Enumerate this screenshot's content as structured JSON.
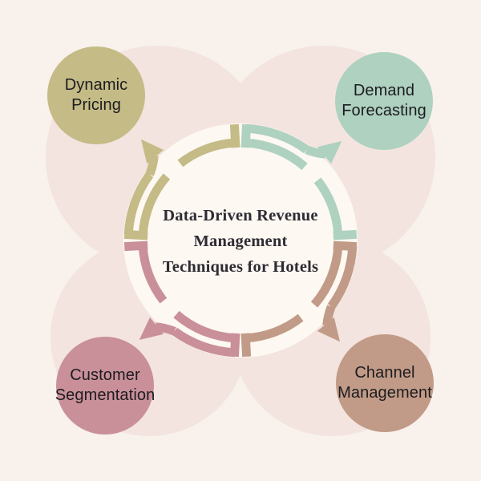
{
  "title": {
    "line1": "Data-Driven Revenue",
    "line2": "Management",
    "line3": "Techniques for Hotels"
  },
  "nodes": {
    "dynamic_pricing": {
      "line1": "Dynamic",
      "line2": "Pricing",
      "color": "#c4bb86"
    },
    "demand_forecasting": {
      "line1": "Demand",
      "line2": "Forecasting",
      "color": "#aed1c0"
    },
    "customer_segmentation": {
      "line1": "Customer",
      "line2": "Segmentation",
      "color": "#c9909a"
    },
    "channel_management": {
      "line1": "Channel",
      "line2": "Management",
      "color": "#c19b87"
    }
  },
  "colors": {
    "background": "#f8f1ec",
    "pale_circle": "#f3e4df",
    "center_circle": "#fdf8f2",
    "text_dark": "#2e2b33",
    "label_text": "#1d1c20"
  },
  "cycle": {
    "direction": "clockwise",
    "order": [
      "dynamic_pricing",
      "demand_forecasting",
      "channel_management",
      "customer_segmentation"
    ]
  }
}
